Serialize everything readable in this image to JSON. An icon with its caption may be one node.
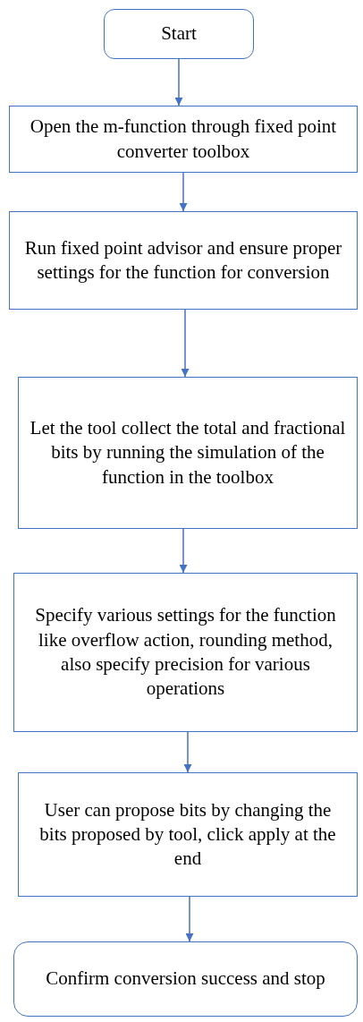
{
  "diagram": {
    "nodes": [
      {
        "text": [
          "Start"
        ]
      },
      {
        "text": [
          "Open the m-function through fixed point converter toolbox"
        ]
      },
      {
        "text": [
          "Run fixed point advisor and ensure proper settings for the function for conversion"
        ]
      },
      {
        "text": [
          "Let the tool collect the total and fractional bits by running the simulation of the function in the toolbox"
        ]
      },
      {
        "text": [
          "Specify various settings for the function like overflow action, rounding method, also specify precision for various operations"
        ]
      },
      {
        "text": [
          "User can propose bits by changing the bits proposed by tool, click apply at the end"
        ]
      },
      {
        "text": [
          "Confirm conversion success and stop"
        ]
      }
    ],
    "edges": [
      {
        "from": 0,
        "to": 1,
        "arrow": "to"
      },
      {
        "from": 1,
        "to": 2,
        "arrow": "to"
      },
      {
        "from": 2,
        "to": 3,
        "arrow": "to"
      },
      {
        "from": 3,
        "to": 4,
        "arrow": "to"
      },
      {
        "from": 4,
        "to": 5,
        "arrow": "to"
      },
      {
        "from": 5,
        "to": 6,
        "arrow": "to"
      }
    ]
  }
}
